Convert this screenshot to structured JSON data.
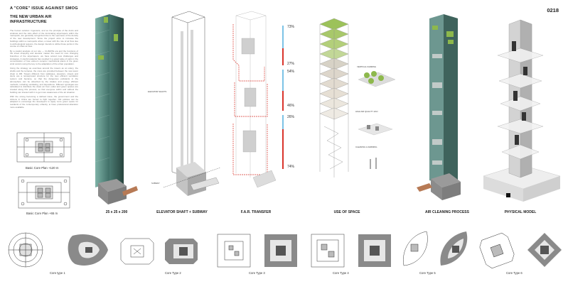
{
  "header": {
    "kicker": "A \"CORE\" ISSUE AGAINST SMOG",
    "subtitle": "THE NEW URBAN AIR INFRASTRUCTURE",
    "page_number": "0218"
  },
  "body_paragraphs": [
    "The human solution: Ingenieris, and so the principle of the ducts and windows and the ratio effect of the dominating skyscrapers within the metropolis, are generally recognized due to the openness of the density of the new development. Since the project aims to increase the buildings within a metropolis urban, a tower with the role of air flow due to archeological reasons, the design intends to utilize those points in the course of urban air flow.",
    "By a careful analysis of our site — CLIMATE era and the functions of the street shopping and elevator master the need for core changing branches of the skyscrapers, we have solved new challenges and strategies. A careful analysis has resulted in a great value of parts in the concentration of how vacuum receptor mechanical plants in the given wind vectors using the key to the adaptation of the urban population.",
    "Using the strategy as exercises around the towers as an artery, the shafts and the terraces, the cores are provided between the new tower chain to DB. Towers different from walkways, elevators, streets and ducts are a reinterpreted structure for the new efficient ventilation system and became, so that the dangerous pollutants in the atmosphere can be absorbed by the intakes and energy efficient methods, including ventilating, and depositions. Different typologies are calculated to distribute the clean air from outlet and green spaces are created along this process, so that everyone within and without the building can interact with it to get more awareness of the air situation.",
    "With the strong becoming a defined issue, the government and the citizens in China are forced to fight together. Old policies can be adapted to encourage the developers to apply more green space for residents of the contemporary urbanity, to have professional alteration more available."
  ],
  "panels": [
    {
      "label": "25 x 25 x 200"
    },
    {
      "label": "ELEVATOR SHAFT + SUBWAY"
    },
    {
      "label": "F.A.R. TRANSFER"
    },
    {
      "label": "USE OF SPACE"
    },
    {
      "label": "AIR CLEANING PROCESS"
    },
    {
      "label": "PHYSICAL MODEL"
    }
  ],
  "annotations": {
    "elevator_shafts": "ELEVATOR SHAFTS",
    "subway": "SUBWAY",
    "vertical_farming": "VERTICAL FARMING",
    "high_air_quality": "HIGH AIR QUALITY ZAO",
    "cleaning_farming": "CLEANING & FARMING"
  },
  "far_transfer": {
    "percentages": [
      "73%",
      "27%",
      "54%",
      "46%",
      "26%",
      "74%"
    ],
    "colors": {
      "blue": "#7cc3e6",
      "red": "#d9342b"
    }
  },
  "plans": [
    {
      "label": "Basic Core Plan +120 m"
    },
    {
      "label": "Basic Core Plan +65 m"
    }
  ],
  "core_types": [
    {
      "label": "Core type 1"
    },
    {
      "label": "Core Type 2"
    },
    {
      "label": "Core Type 3"
    },
    {
      "label": "Core Type 4"
    },
    {
      "label": "Core Type 5"
    },
    {
      "label": "Core Type 6"
    }
  ],
  "colors": {
    "tower_glass": "#5d8f86",
    "tower_dark": "#2d4b45",
    "foliage": "#8db84c",
    "base_grey": "#9a9a9a",
    "subway_copper": "#b77a55"
  }
}
